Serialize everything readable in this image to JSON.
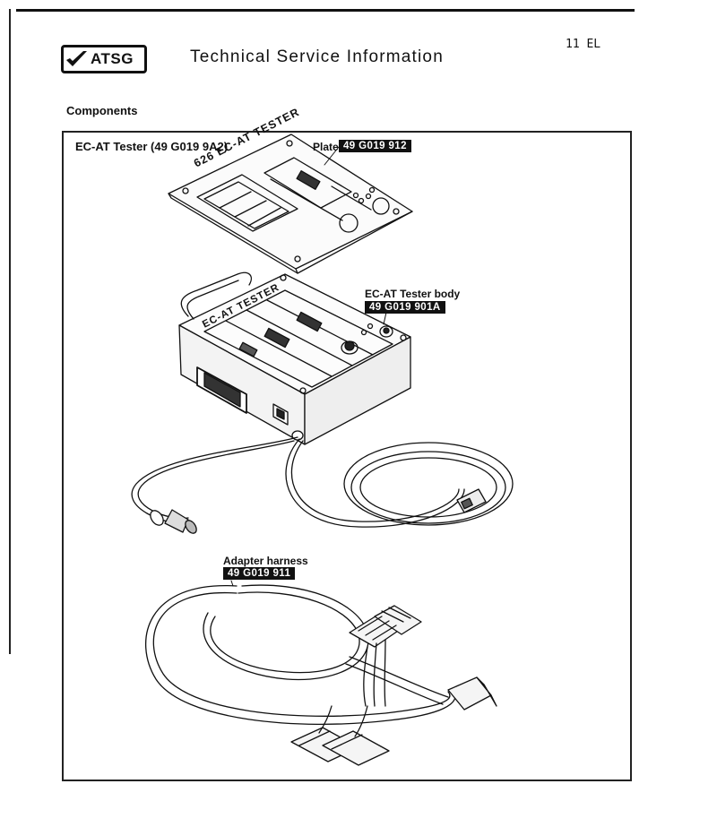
{
  "header": {
    "logo_text": "ATSG",
    "title": "Technical Service Information",
    "page_number": "11 EL"
  },
  "section": {
    "heading": "Components"
  },
  "figure": {
    "title": "EC-AT Tester (49 G019 9A2)",
    "plate": {
      "label": "Plate",
      "part_number": "49 G019 912",
      "engraved_text": "626 EC-AT TESTER"
    },
    "tester_body": {
      "label": "EC-AT Tester body",
      "part_number": "49 G019 901A",
      "engraved_text": "EC-AT TESTER"
    },
    "adapter_harness": {
      "label": "Adapter harness",
      "part_number": "49 G019 911"
    }
  }
}
